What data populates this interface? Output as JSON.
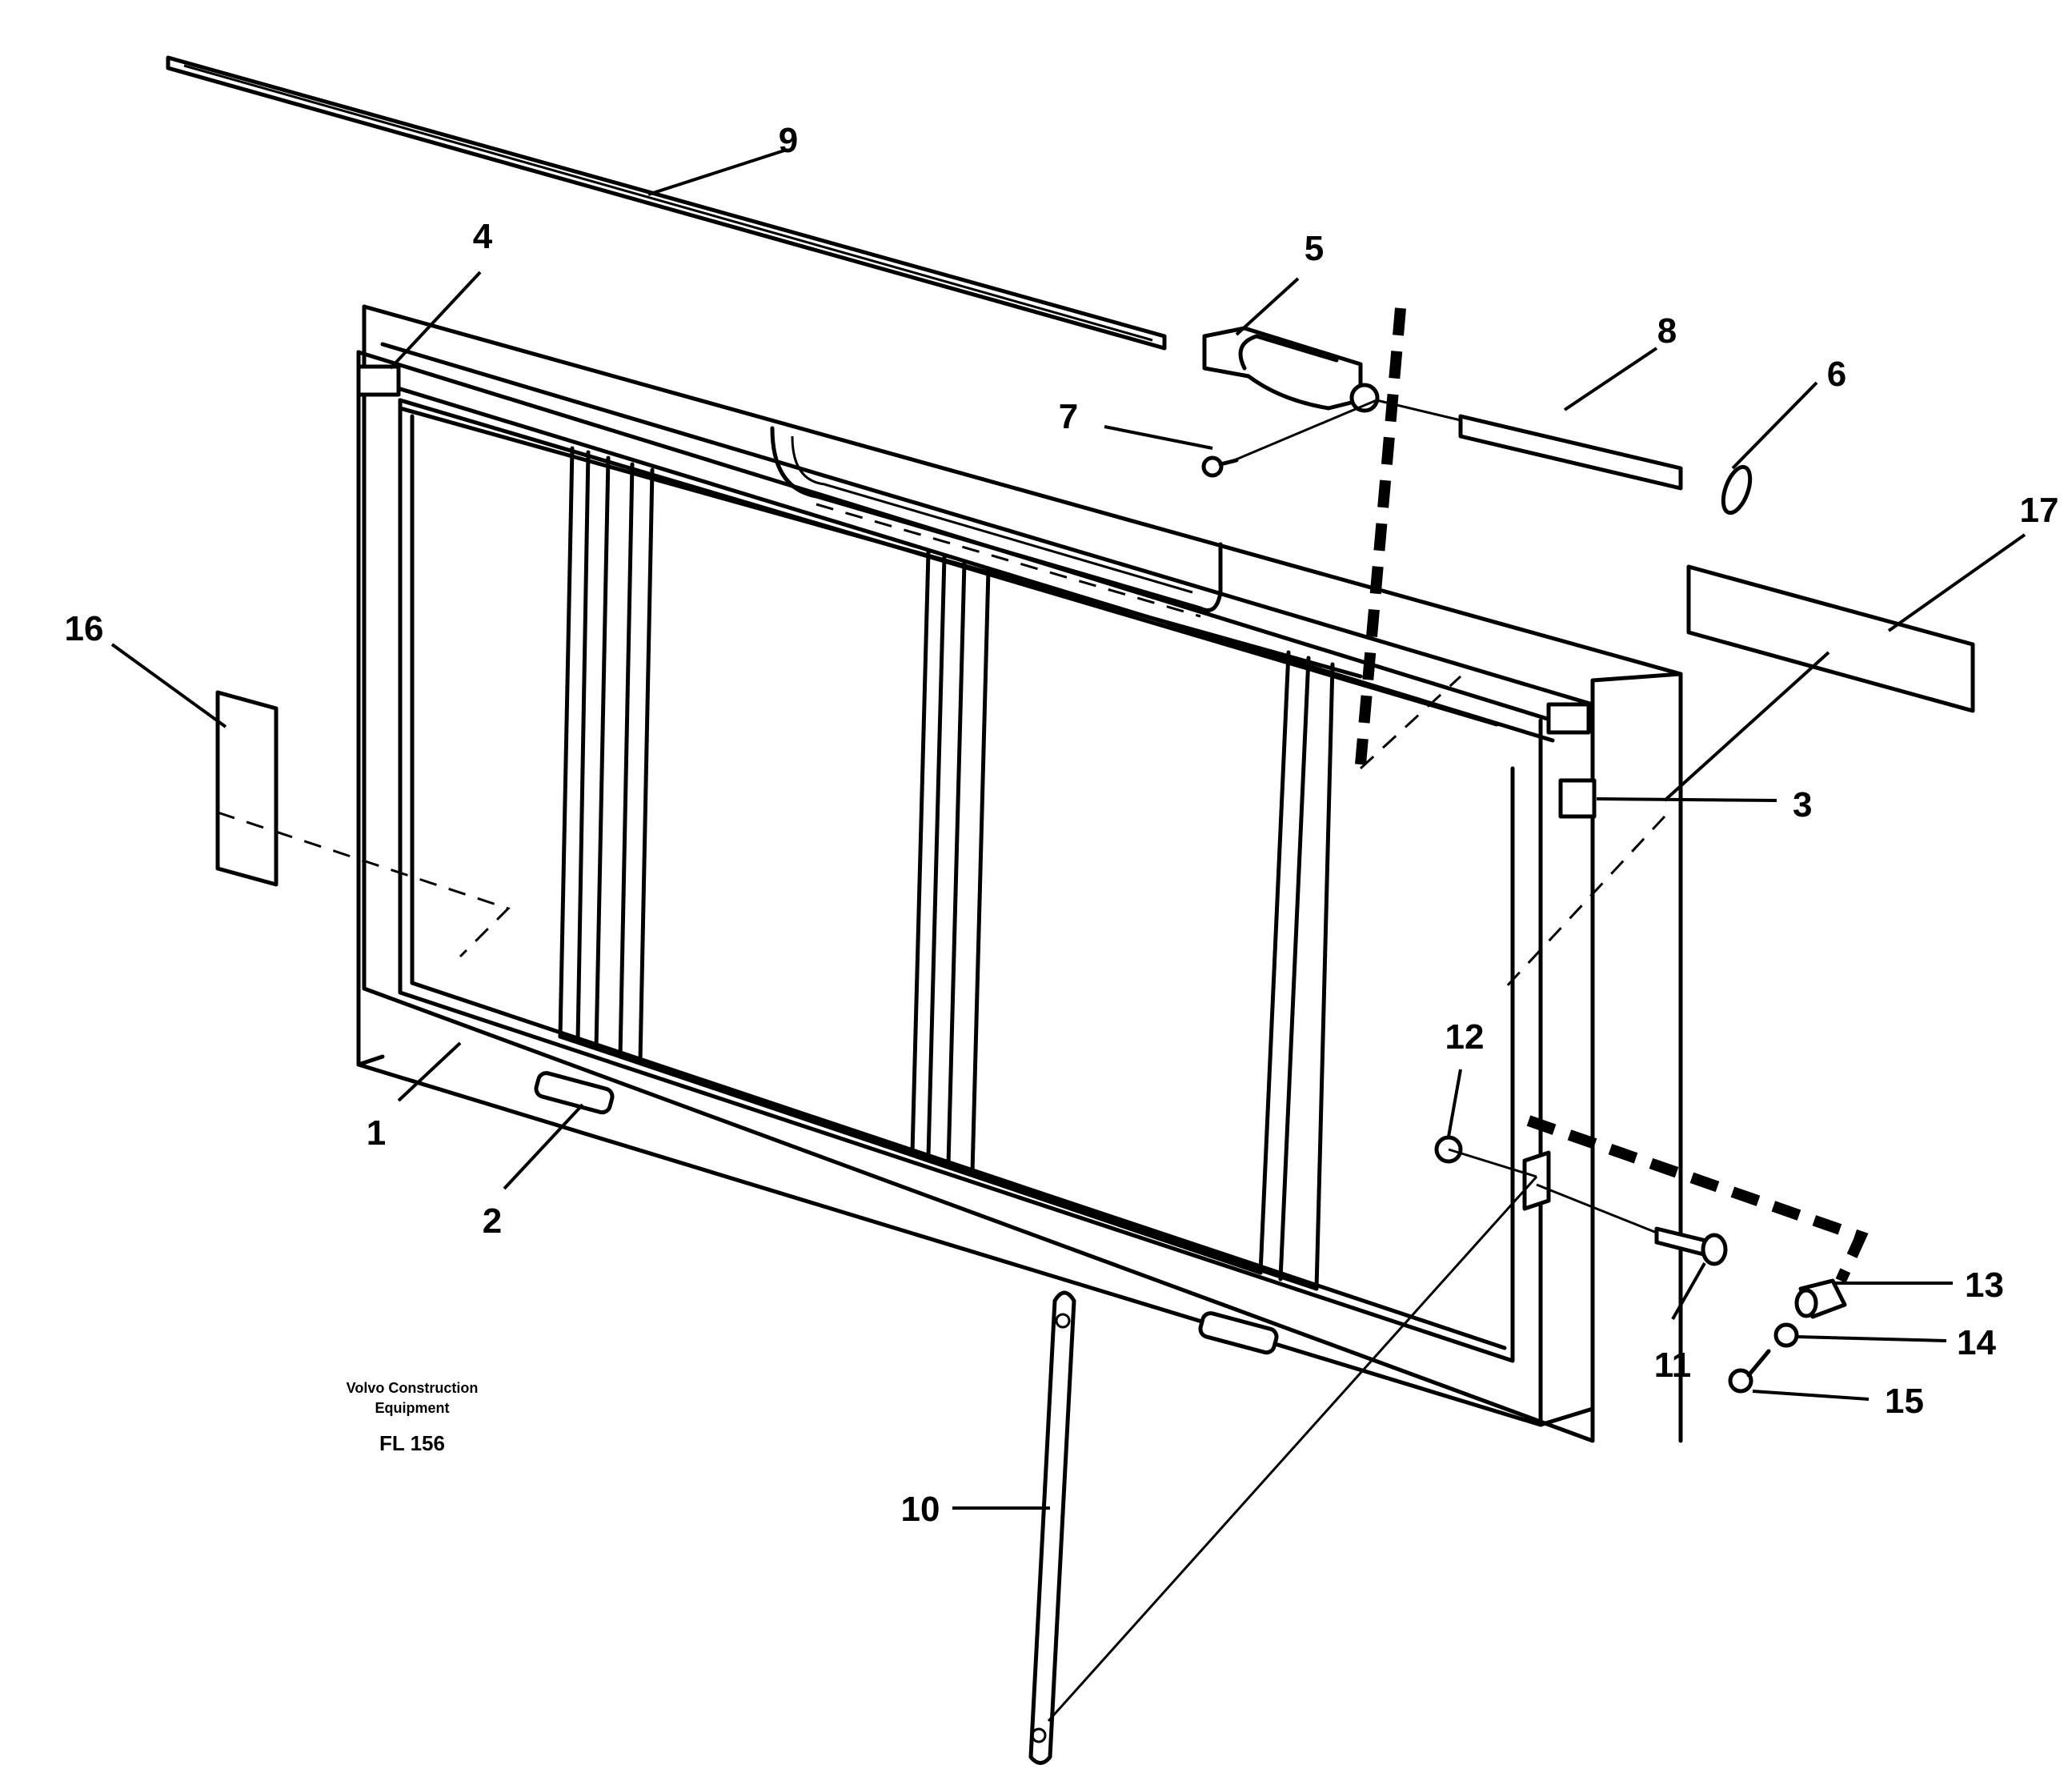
{
  "callouts": [
    "1",
    "2",
    "3",
    "4",
    "5",
    "6",
    "7",
    "8",
    "9",
    "10",
    "11",
    "12",
    "13",
    "14",
    "15",
    "16",
    "17"
  ],
  "credit": {
    "line1": "Volvo Construction",
    "line2": "Equipment",
    "code": "FL 156"
  }
}
